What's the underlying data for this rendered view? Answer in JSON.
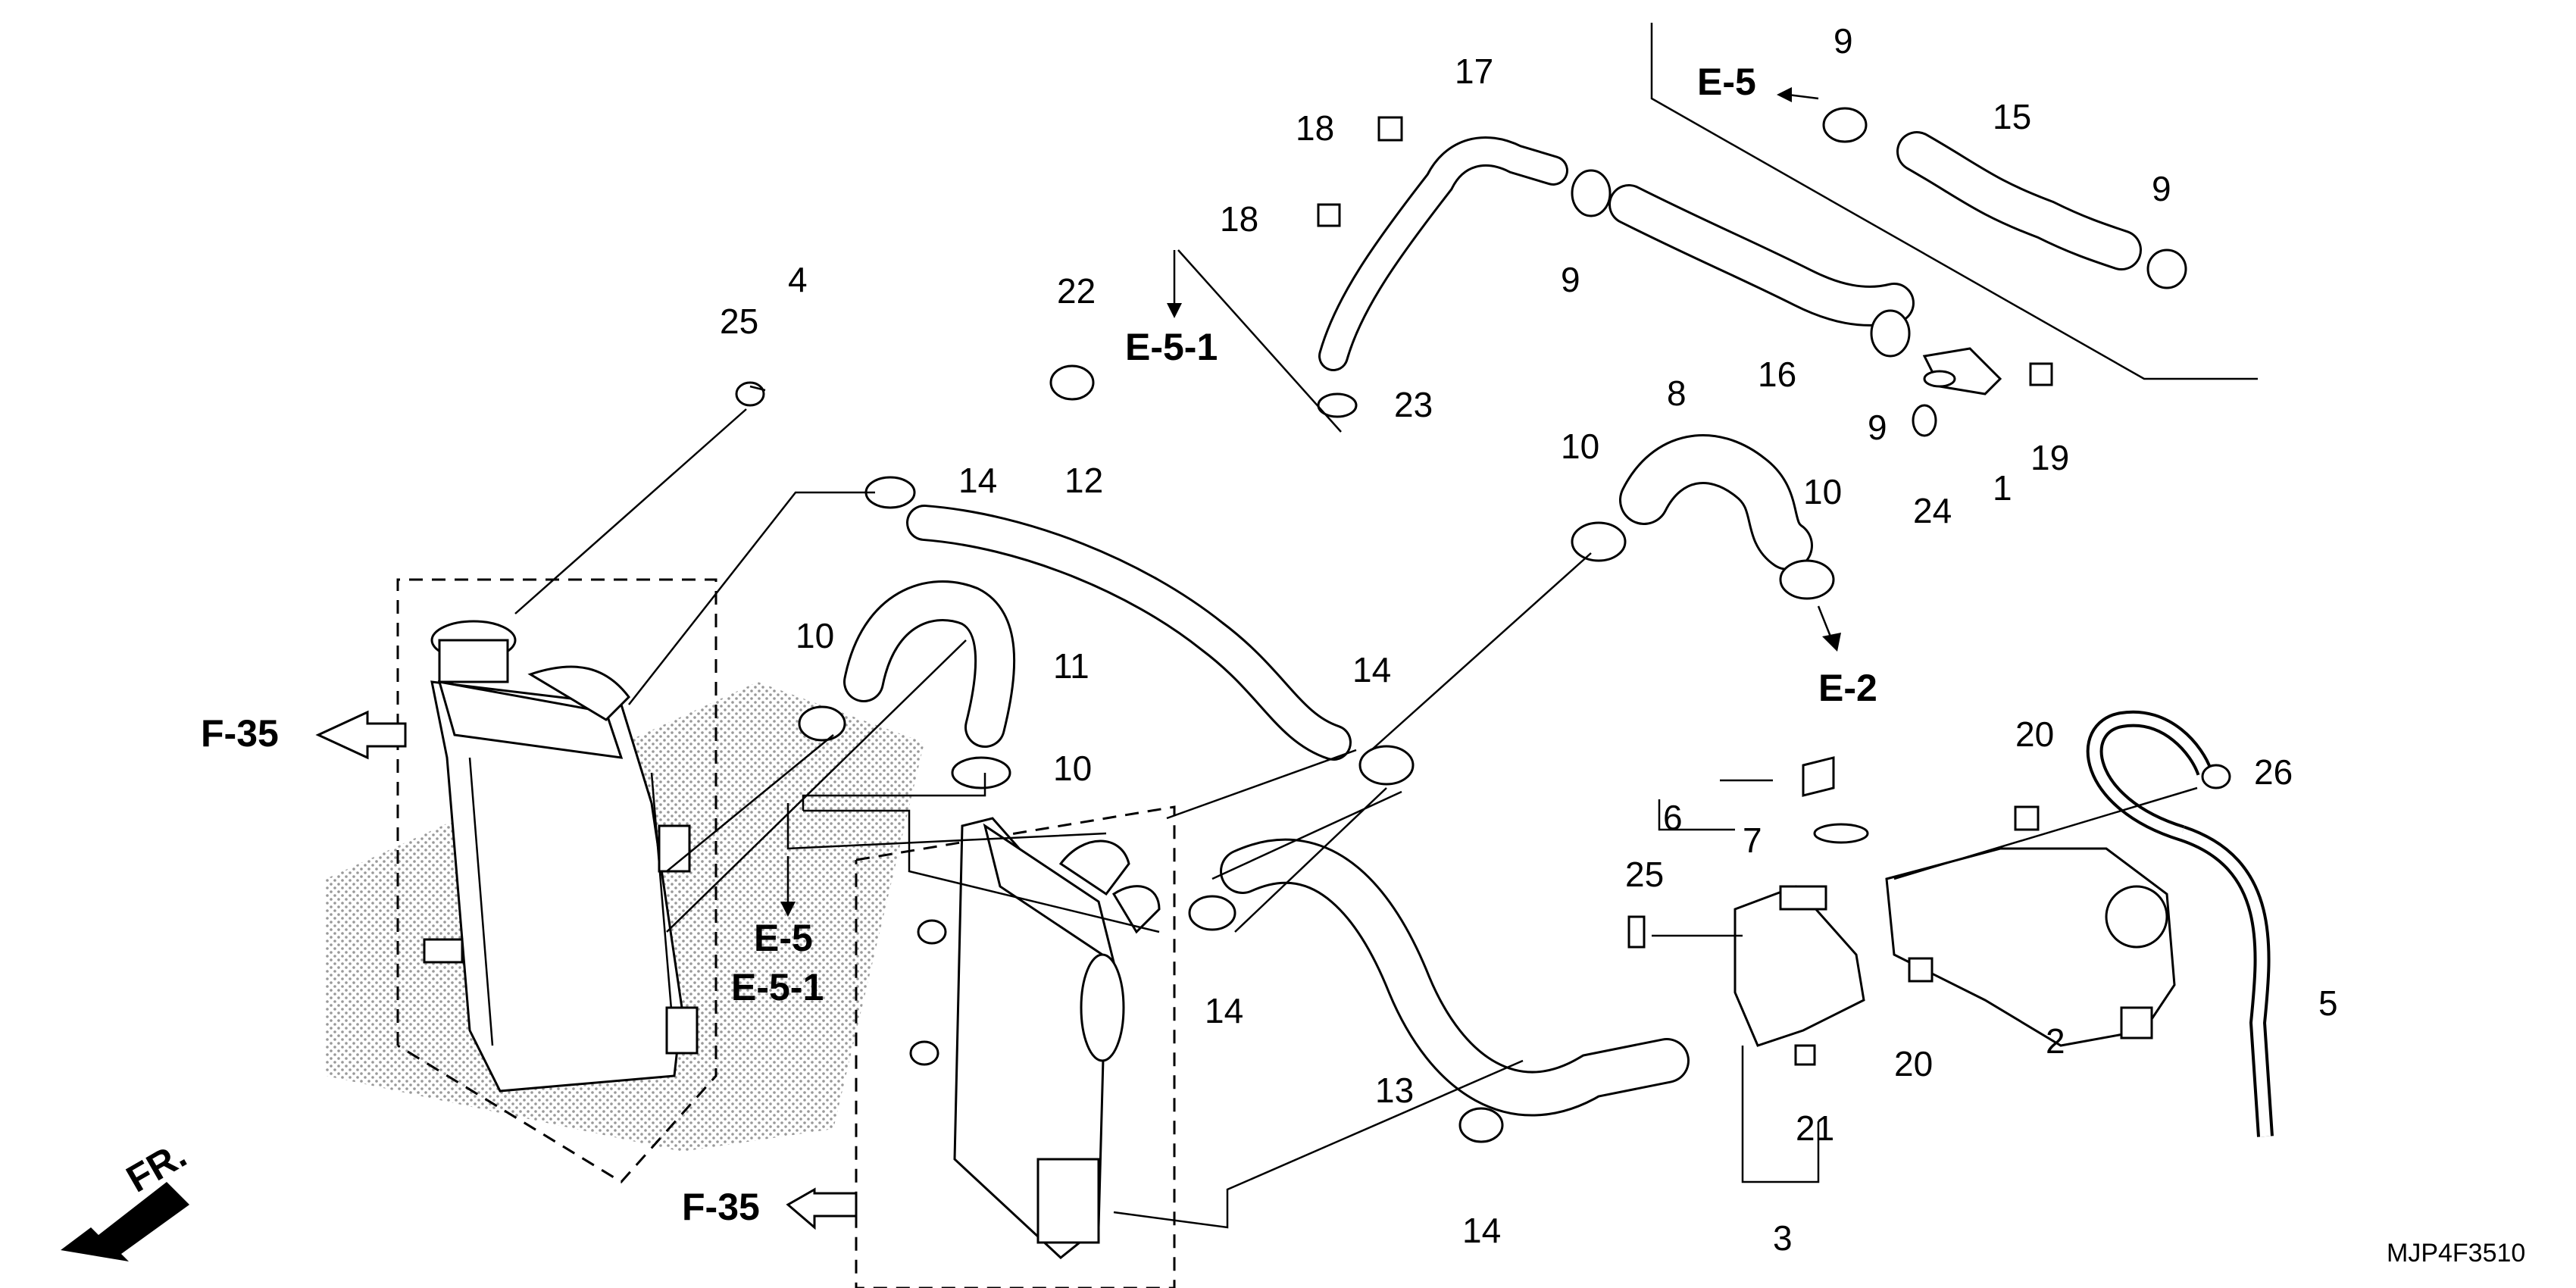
{
  "part_labels": {
    "p1": "1",
    "p2": "2",
    "p3": "3",
    "p4": "4",
    "p5": "5",
    "p6": "6",
    "p7": "7",
    "p8": "8",
    "p9": "9",
    "p10": "10",
    "p11": "11",
    "p12": "12",
    "p13": "13",
    "p14": "14",
    "p15": "15",
    "p16": "16",
    "p17": "17",
    "p18": "18",
    "p19": "19",
    "p20": "20",
    "p21": "21",
    "p22": "22",
    "p23": "23",
    "p24": "24",
    "p25": "25",
    "p26": "26"
  },
  "references": {
    "e5": "E-5",
    "e51": "E-5-1",
    "e2": "E-2",
    "f35": "F-35"
  },
  "front_label": "FR.",
  "diagram_code": "MJP4F3510"
}
